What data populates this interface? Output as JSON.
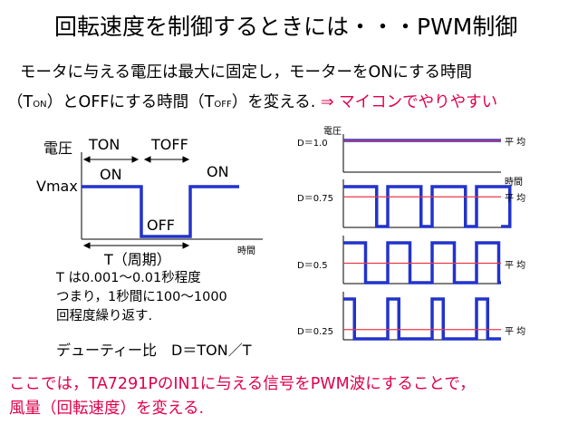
{
  "slide": {
    "title": "回転速度を制御するときには・・・PWM制御",
    "intro_line1": "モータに与える電圧は最大に固定し，モーターをONにする時間",
    "intro_paren_open": "（T",
    "intro_on_sub": "ON",
    "intro_mid": "）とOFFにする時間（T",
    "intro_off_sub": "OFF",
    "intro_end": "）を変える.",
    "intro_tip": "⇒ マイコンでやりやすい",
    "footer_line1": "ここでは，TA7291PのIN1に与える信号をPWM波にすることで，",
    "footer_line2": "風量（回転速度）を変える."
  },
  "left_diagram": {
    "ylabel": "電圧",
    "vmax": "Vmax",
    "ton_label": "TON",
    "toff_label": "TOFF",
    "on1": "ON",
    "on2": "ON",
    "off": "OFF",
    "period": "T（周期）",
    "time": "時間",
    "note1": "T は0.001〜0.01秒程度",
    "note2": "つまり，1秒間に100〜1000",
    "note3": "回程度繰り返す.",
    "duty": "デューティー比　D＝TON／T"
  },
  "right_plots": {
    "ylabel": "電圧",
    "xlabel": "時間",
    "avg_label": "平 均",
    "wave_color": "#2233cc",
    "avg_color": "#e83a4a",
    "panels": [
      {
        "d_label": "D＝1.0",
        "duty": 1.0
      },
      {
        "d_label": "D＝0.75",
        "duty": 0.75
      },
      {
        "d_label": "D＝0.5",
        "duty": 0.5
      },
      {
        "d_label": "D＝0.25",
        "duty": 0.25
      }
    ]
  }
}
